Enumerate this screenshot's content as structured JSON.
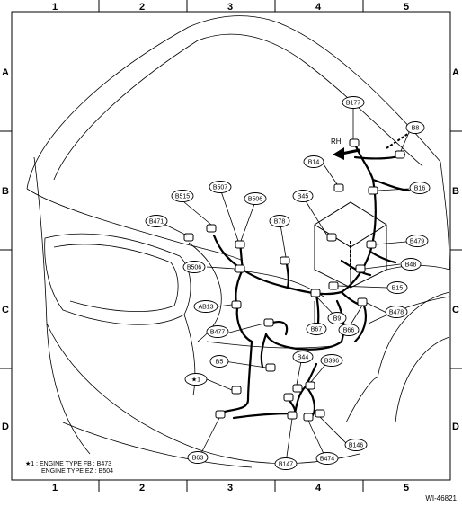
{
  "grid": {
    "columns": [
      "1",
      "2",
      "3",
      "4",
      "5"
    ],
    "rows": [
      "A",
      "B",
      "C",
      "D"
    ]
  },
  "direction_label": "RH",
  "callouts": {
    "b177": "B177",
    "b8": "B8",
    "b14": "B14",
    "b16": "B16",
    "b45": "B45",
    "b515": "B515",
    "b507": "B507",
    "b506a": "B506",
    "b471": "B471",
    "b78": "B78",
    "b506b": "B506",
    "b479": "B479",
    "b48": "B48",
    "b15": "B15",
    "ab13": "AB13",
    "b478": "B478",
    "b9": "B9",
    "b477": "B477",
    "b67": "B67",
    "b66": "B66",
    "b5": "B5",
    "b44": "B44",
    "b396": "B396",
    "star1": "★1",
    "b146": "B146",
    "b63": "B63",
    "b147": "B147",
    "b474": "B474"
  },
  "note": {
    "line1": "★1 : ENGINE TYPE FB  : B473",
    "line2": "ENGINE TYPE EZ  : B504"
  },
  "figure_id": "WI-46821"
}
